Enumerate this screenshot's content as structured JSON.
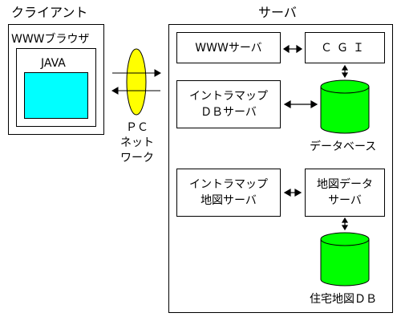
{
  "client": {
    "title": "クライアント",
    "browser_label": "WWWブラウザ",
    "java_label": "JAVA",
    "applet_color": "#00ffff"
  },
  "network": {
    "label": "ＰＣ\nネット\nワーク",
    "ellipse_color": "#ffff00"
  },
  "server": {
    "title": "サーバ",
    "www_server": "WWWサーバ",
    "cgi": "ＣＧＩ",
    "intramap_db_server": "イントラマップ\nＤＢサーバ",
    "database": "データベース",
    "intramap_map_server": "イントラマップ\n地図サーバ",
    "map_data_server": "地図データ\nサーバ",
    "residential_map_db": "住宅地図ＤＢ",
    "cylinder_color": "#00ff00"
  }
}
